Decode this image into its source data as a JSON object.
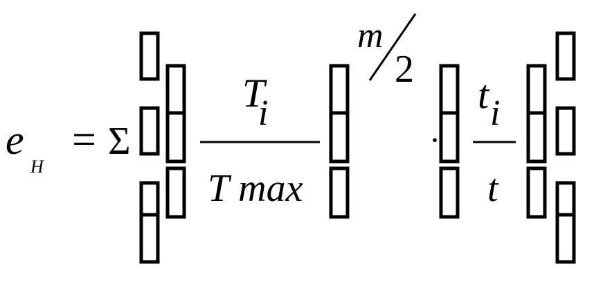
{
  "formula": {
    "lhs_symbol": "e",
    "lhs_subscript": "Н",
    "equals": "=",
    "sum": "Σ",
    "frac1_num_base": "T",
    "frac1_num_sub": "i",
    "frac1_den": "T max",
    "exp_num": "m",
    "exp_den": "2",
    "dot": "·",
    "frac2_num_base": "t",
    "frac2_num_sub": "i",
    "frac2_den": "t"
  }
}
